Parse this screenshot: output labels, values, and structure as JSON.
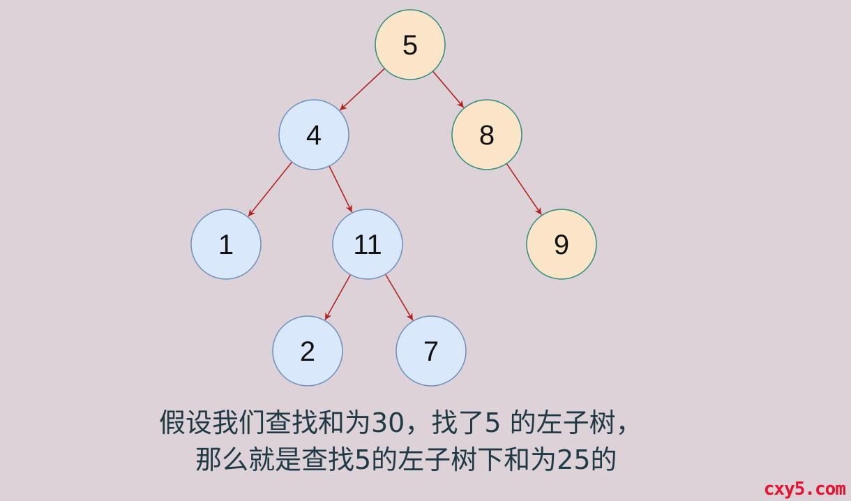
{
  "diagram": {
    "colors": {
      "background": "#dcd2d8",
      "node_blue_fill": "#dae8fc",
      "node_blue_stroke": "#6c8ebf",
      "node_orange_fill": "#fae5c9",
      "node_orange_stroke": "#2e8b7a",
      "edge": "#b22222"
    },
    "nodes": [
      {
        "id": "n5",
        "label": "5",
        "style": "orange"
      },
      {
        "id": "n4",
        "label": "4",
        "style": "blue"
      },
      {
        "id": "n8",
        "label": "8",
        "style": "orange"
      },
      {
        "id": "n1",
        "label": "1",
        "style": "blue"
      },
      {
        "id": "n11",
        "label": "11",
        "style": "blue"
      },
      {
        "id": "n9",
        "label": "9",
        "style": "orange"
      },
      {
        "id": "n2",
        "label": "2",
        "style": "blue"
      },
      {
        "id": "n7",
        "label": "7",
        "style": "blue"
      }
    ],
    "edges": [
      {
        "from": "n5",
        "to": "n4"
      },
      {
        "from": "n5",
        "to": "n8"
      },
      {
        "from": "n4",
        "to": "n1"
      },
      {
        "from": "n4",
        "to": "n11"
      },
      {
        "from": "n8",
        "to": "n9"
      },
      {
        "from": "n11",
        "to": "n2"
      },
      {
        "from": "n11",
        "to": "n7"
      }
    ]
  },
  "caption": {
    "line1": "假设我们查找和为30，找了5 的左子树，",
    "line2": "那么就是查找5的左子树下和为25的"
  },
  "watermark": "cxy5.com"
}
